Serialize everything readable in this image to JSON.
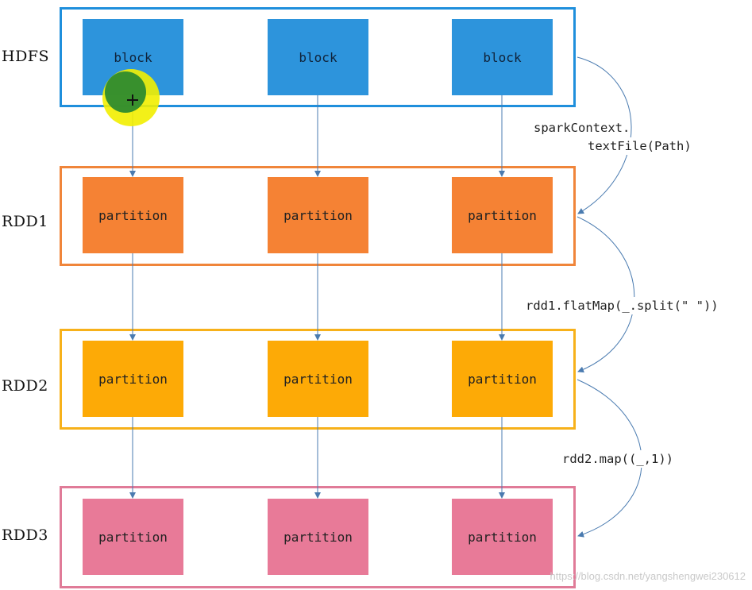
{
  "rows": [
    {
      "label": "HDFS",
      "box_text": "block",
      "border_color": "#1f8fdc",
      "fill_color": "#2d94dc"
    },
    {
      "label": "RDD1",
      "box_text": "partition",
      "border_color": "#f0853a",
      "fill_color": "#f58234"
    },
    {
      "label": "RDD2",
      "box_text": "partition",
      "border_color": "#f7b11a",
      "fill_color": "#fdaa06"
    },
    {
      "label": "RDD3",
      "box_text": "partition",
      "border_color": "#e07b98",
      "fill_color": "#e87a98"
    }
  ],
  "operations": {
    "op1_line1": "sparkContext.",
    "op1_line2": "textFile(Path)",
    "op2": "rdd1.flatMap(_.split(\" \"))",
    "op3": "rdd2.map((_,1))"
  },
  "arrow_color": "#4a7bb0",
  "watermark": "https://blog.csdn.net/yangshengwei230612"
}
